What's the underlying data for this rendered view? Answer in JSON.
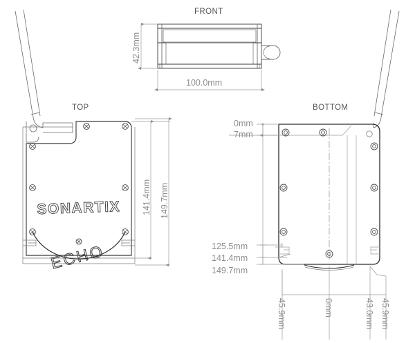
{
  "drawing": {
    "title_front": "FRONT",
    "title_top": "TOP",
    "title_bottom": "BOTTOM",
    "product_brand": "SONARTIX",
    "product_model": "ECHO",
    "line_color": "#3a3a3a",
    "dim_color": "#8d8d8f",
    "label_color": "#58585a",
    "background": "#ffffff"
  },
  "front_view": {
    "label": "FRONT",
    "dimensions": {
      "height": "42.3mm",
      "width": "100.0mm"
    }
  },
  "top_view": {
    "label": "TOP",
    "brand_text": "SONARTIX",
    "model_text": "ECHO",
    "dimensions": {
      "inner_height": "141.4mm",
      "outer_height": "149.7mm"
    }
  },
  "bottom_view": {
    "label": "BOTTOM",
    "vertical_dimensions": [
      "0mm",
      "7mm",
      "125.5mm",
      "141.4mm",
      "149.7mm"
    ],
    "horizontal_dimensions": [
      "45.9mm",
      "0mm",
      "43.0mm",
      "45.9mm"
    ]
  }
}
